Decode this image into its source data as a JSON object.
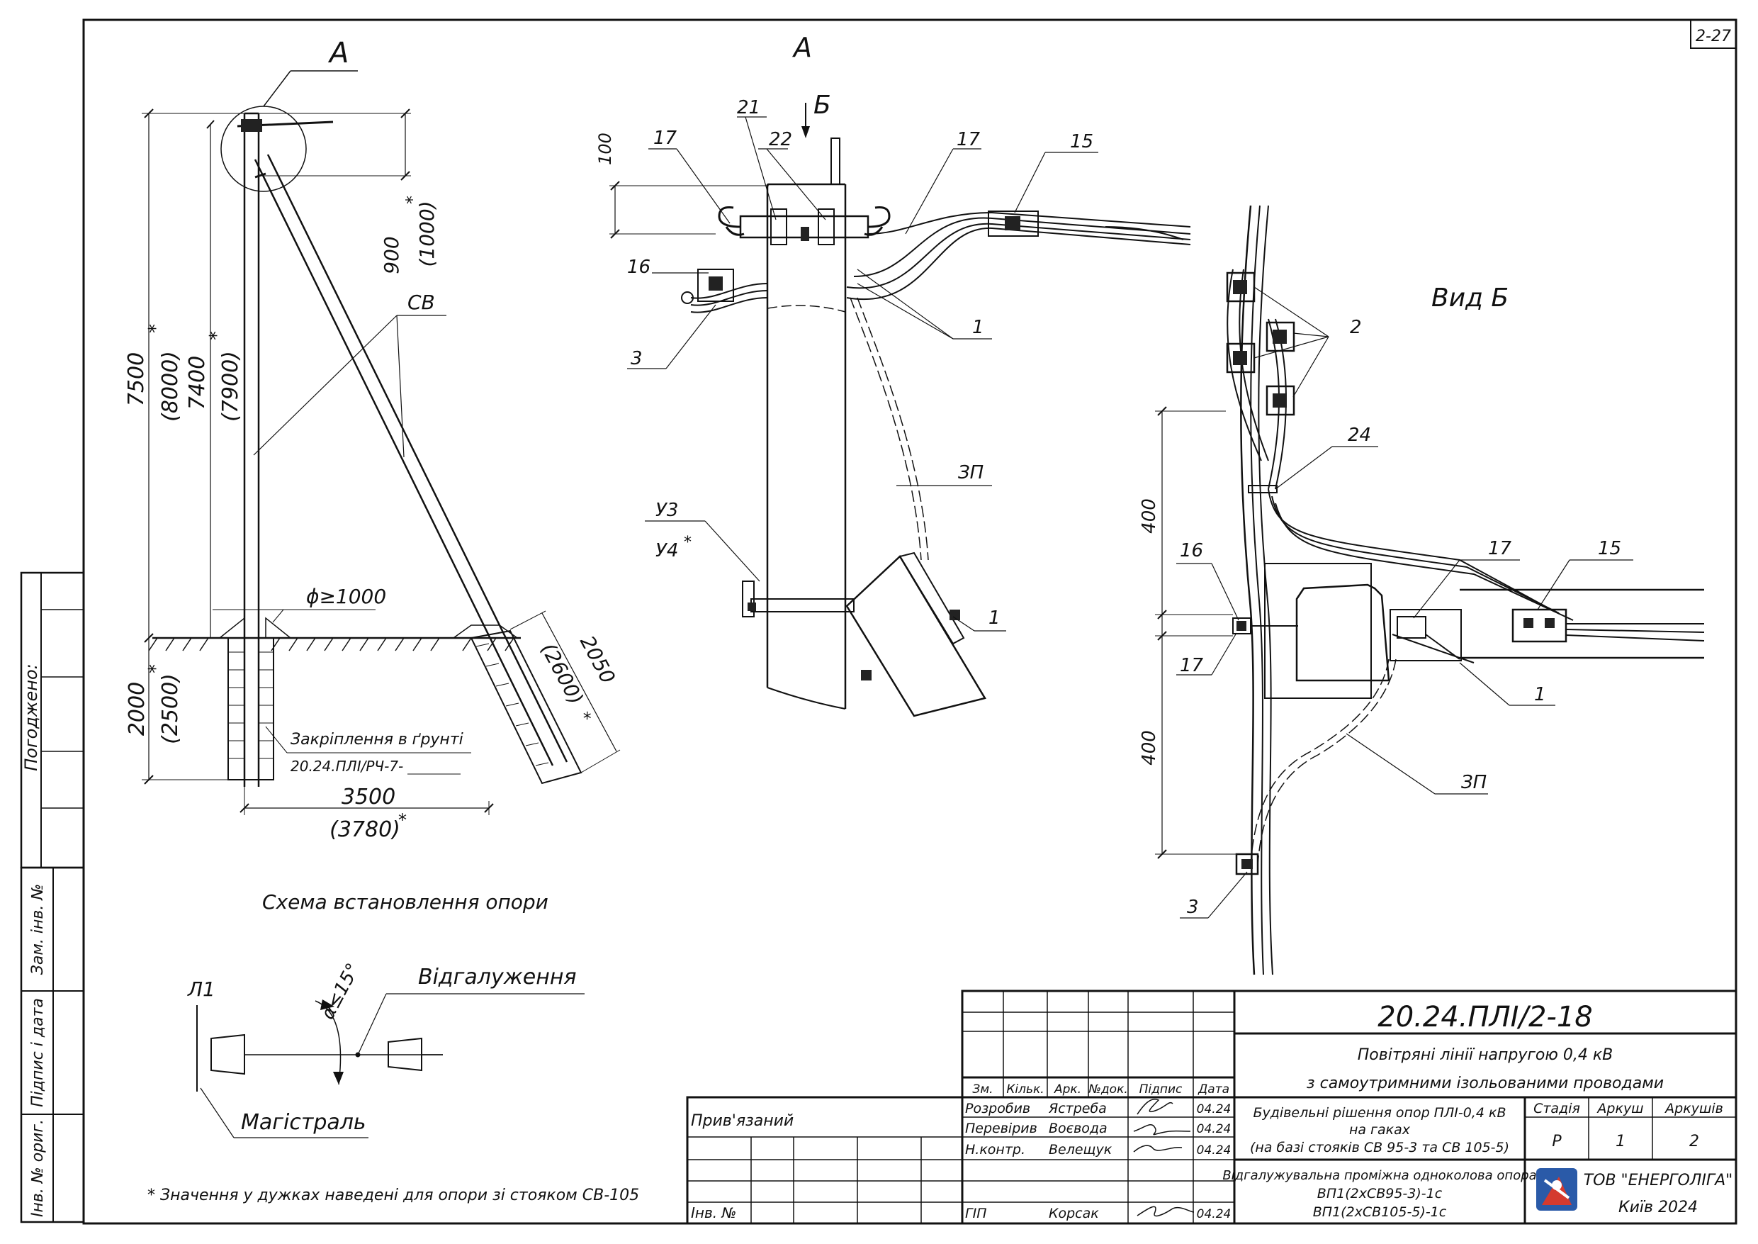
{
  "sheet_code": "2-27",
  "left_labels": {
    "agreed": "Погоджено:",
    "replace_inv": "Зам. інв. №",
    "sign_date": "Підпис і дата",
    "inv_orig": "Інв. № ориг."
  },
  "view_marks": {
    "a_left": "A",
    "a_mid": "A",
    "b_arrow": "Б",
    "view_b_title": "Вид Б"
  },
  "scheme": {
    "caption": "Схема встановлення опори",
    "sv_label": "СВ",
    "dims": {
      "d7500": "7500",
      "d8000": "(8000)",
      "d7400": "7400",
      "d7900": "(7900)",
      "d900": "900",
      "d1000": "(1000)",
      "d2000": "2000",
      "d2500": "(2500)",
      "d3500": "3500",
      "d3780": "(3780)",
      "d2050": "2050",
      "d2600": "(2600)",
      "phi": "ϕ≥1000",
      "star": "*"
    },
    "fixing_label": "Закріплення в ґрунті",
    "fixing_code": "20.24.ПЛІ/РЧ-7-"
  },
  "branch": {
    "l1": "Л1",
    "angle": "α≤15°",
    "branching": "Відгалуження",
    "main_line": "Магістраль"
  },
  "footnote": "* Значення у дужках наведені для опори зі стояком СВ-105",
  "middle_view": {
    "d100": "100",
    "n17a": "17",
    "n21": "21",
    "n22": "22",
    "n17b": "17",
    "n15": "15",
    "n16": "16",
    "n3": "3",
    "n1a": "1",
    "zp": "ЗП",
    "u3": "У3",
    "u4": "У4",
    "star": "*",
    "n1b": "1"
  },
  "right_view": {
    "n2": "2",
    "n24": "24",
    "d400a": "400",
    "d400b": "400",
    "n16": "16",
    "n17a": "17",
    "n15": "15",
    "n17b": "17",
    "n1": "1",
    "zp": "ЗП",
    "n3": "3"
  },
  "title_block": {
    "code": "20.24.ПЛІ/2-18",
    "title_line1": "Повітряні лінії напругою 0,4 кВ",
    "title_line2": "з самоутримними ізольованими проводами",
    "sheet_name_1": "Будівельні рішення опор ПЛІ-0,4 кВ",
    "sheet_name_2": "на гаках",
    "sheet_name_3": "(на базі стояків СВ 95-3 та СВ 105-5)",
    "drawing_name_1": "Відгалужувальна проміжна одноколова опора",
    "drawing_name_2": "ВП1(2хСВ95-3)-1с",
    "drawing_name_3": "ВП1(2хСВ105-5)-1с",
    "headers": [
      "Зм.",
      "Кільк.",
      "Арк.",
      "№док.",
      "Підпис",
      "Дата"
    ],
    "stage_header": "Стадія",
    "sheet_header": "Аркуш",
    "sheets_header": "Аркушів",
    "stage": "Р",
    "sheet": "1",
    "sheets": "2",
    "tied": "Прив'язаний",
    "inv_no": "Інв. №",
    "company_1": "ТОВ \"ЕНЕРГОЛІГА\"",
    "company_2": "Київ 2024",
    "people": [
      {
        "role": "Розробив",
        "name": "Ястреба",
        "date": "04.24"
      },
      {
        "role": "Перевірив",
        "name": "Воєвода",
        "date": "04.24"
      },
      {
        "role": "Н.контр.",
        "name": "Велещук",
        "date": "04.24"
      },
      {
        "role": "ГІП",
        "name": "Корсак",
        "date": "04.24"
      }
    ]
  },
  "colors": {
    "ink": "#111111",
    "logo_blue": "#2a5aa8",
    "logo_red": "#d43a2f"
  }
}
